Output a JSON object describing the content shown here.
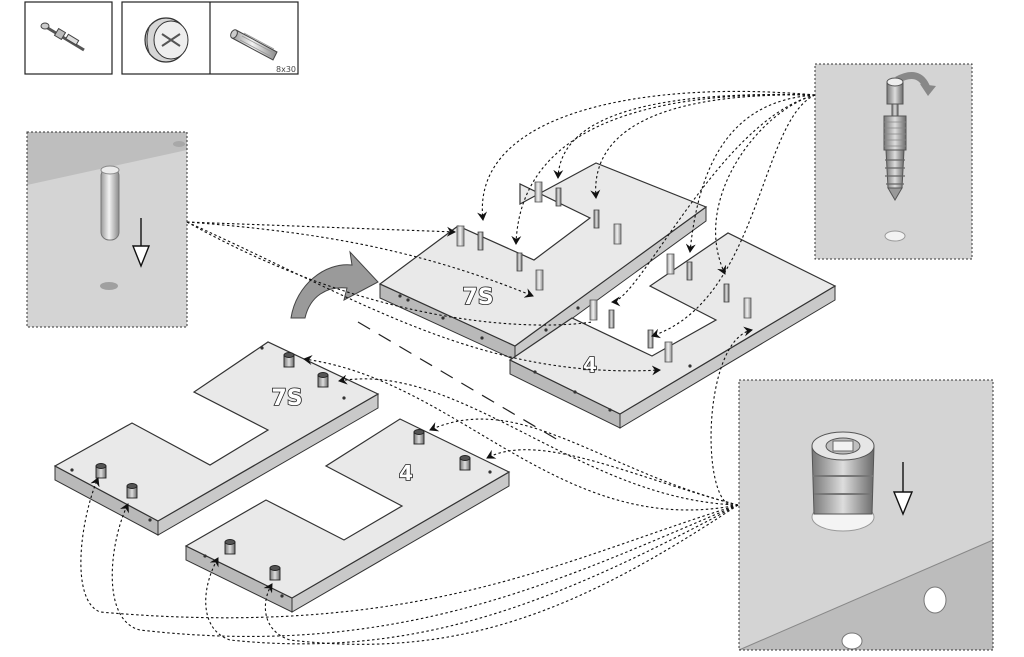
{
  "parts_legend": {
    "items": [
      {
        "icon": "cam-bolt-icon",
        "caption": ""
      },
      {
        "icon": "cam-lock-icon",
        "caption": ""
      },
      {
        "icon": "wooden-dowel-icon",
        "caption": "8x30"
      }
    ]
  },
  "panel_labels": {
    "top_large": "7S",
    "top_small": "4",
    "bottom_large": "7S",
    "bottom_small": "4"
  },
  "colors": {
    "panel_top": "#e9e9e9",
    "panel_side": "#b9b9b9",
    "detail_bg": "#d3d3d3",
    "line": "#222222"
  }
}
